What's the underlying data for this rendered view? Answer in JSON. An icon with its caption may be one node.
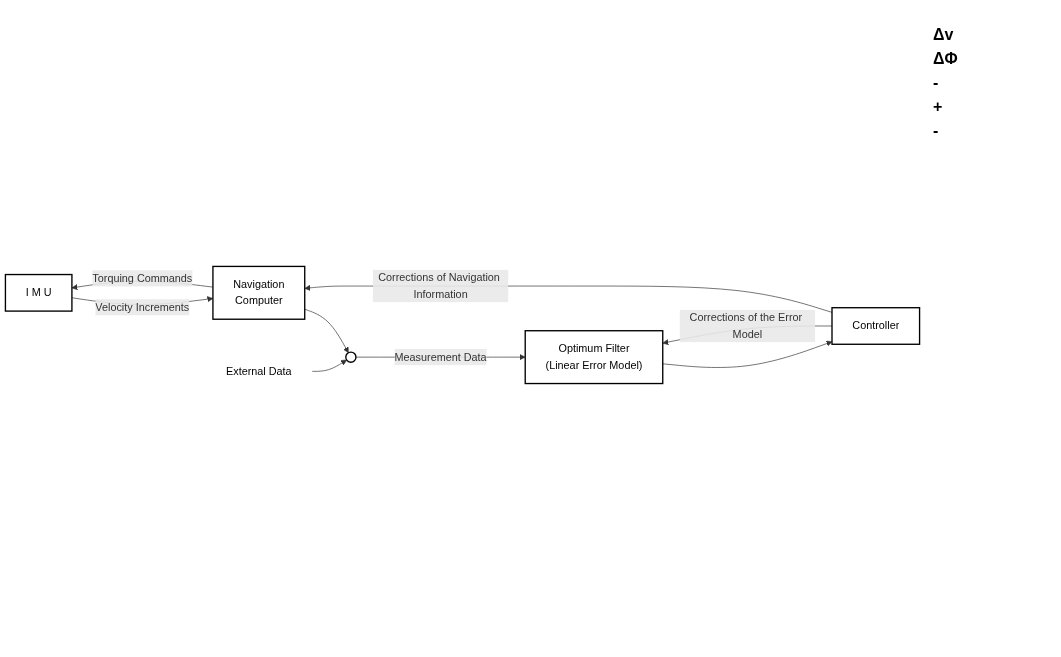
{
  "diagram": {
    "nodes": [
      {
        "text": [
          "I M U"
        ]
      },
      {
        "text": [
          "Navigation",
          "Computer"
        ]
      },
      {
        "text": [
          "Controller"
        ]
      },
      {
        "text": [
          "Optimum Filter",
          "(Linear Error Model)"
        ]
      },
      {
        "text": [],
        "shape": "circle"
      },
      {
        "text": [
          "External Data"
        ]
      }
    ],
    "edges": [
      {
        "from": 0,
        "to": 1,
        "arrow": "to",
        "label": "Velocity Increments"
      },
      {
        "from": 1,
        "to": 0,
        "arrow": "to",
        "label": "Torquing Commands"
      },
      {
        "from": 2,
        "to": 1,
        "arrow": "to",
        "label": "Corrections of Navigation Information"
      },
      {
        "from": 2,
        "to": 3,
        "arrow": "to",
        "label": "Corrections of the Error Model"
      },
      {
        "from": 3,
        "to": 2,
        "arrow": "to"
      },
      {
        "from": 1,
        "to": 4,
        "arrow": "to"
      },
      {
        "from": 4,
        "to": 3,
        "arrow": "to",
        "label": "Measurement Data"
      },
      {
        "from": 5,
        "to": 4,
        "arrow": "to"
      }
    ],
    "labels": [
      "Δv",
      "ΔΦ",
      "-",
      "+",
      "-"
    ]
  }
}
